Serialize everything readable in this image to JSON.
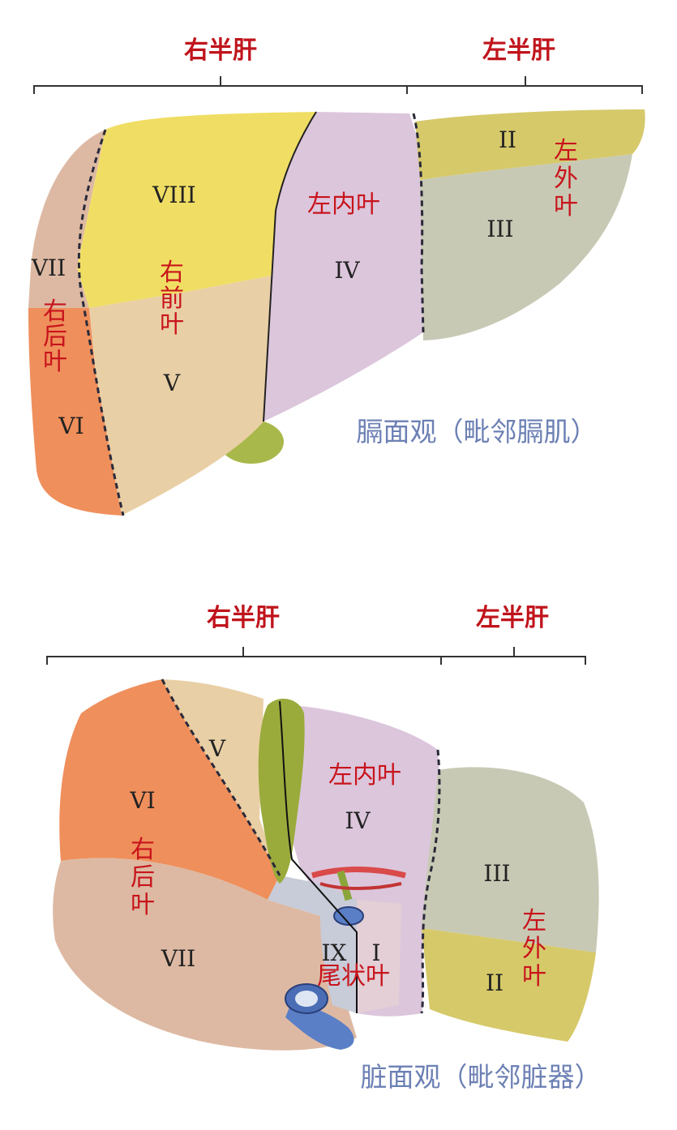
{
  "top": {
    "right_half": "右半肝",
    "left_half": "左半肝",
    "lobes": {
      "right_posterior": [
        "右",
        "后",
        "叶"
      ],
      "right_anterior": [
        "右",
        "前",
        "叶"
      ],
      "left_medial": "左内叶",
      "left_lateral": [
        "左",
        "外",
        "叶"
      ]
    },
    "segments": {
      "s2": "II",
      "s3": "III",
      "s4": "IV",
      "s5": "V",
      "s6": "VI",
      "s7": "VII",
      "s8": "VIII"
    },
    "view_label": "膈面观（毗邻膈肌）"
  },
  "bottom": {
    "right_half": "右半肝",
    "left_half": "左半肝",
    "lobes": {
      "right_posterior": [
        "右",
        "后",
        "叶"
      ],
      "left_medial": "左内叶",
      "left_lateral": [
        "左",
        "外",
        "叶"
      ],
      "caudate": "尾状叶"
    },
    "segments": {
      "s1": "I",
      "s2": "II",
      "s3": "III",
      "s4": "IV",
      "s5": "V",
      "s6": "VI",
      "s7": "VII",
      "s9": "IX"
    },
    "view_label": "脏面观（毗邻脏器）"
  },
  "colors": {
    "seg2": "#d6c96a",
    "seg3": "#c8c9b4",
    "seg4": "#dcc6dc",
    "seg5": "#e9cfa5",
    "seg6": "#ef8f5c",
    "seg7": "#ddb9a3",
    "seg8": "#f0de64",
    "caudate": "#c8cbd8",
    "gallbladder": "#9aab3c",
    "ivc": "#5b7fc6",
    "label_red": "#c8141c",
    "view_blue": "#6c80b4"
  }
}
